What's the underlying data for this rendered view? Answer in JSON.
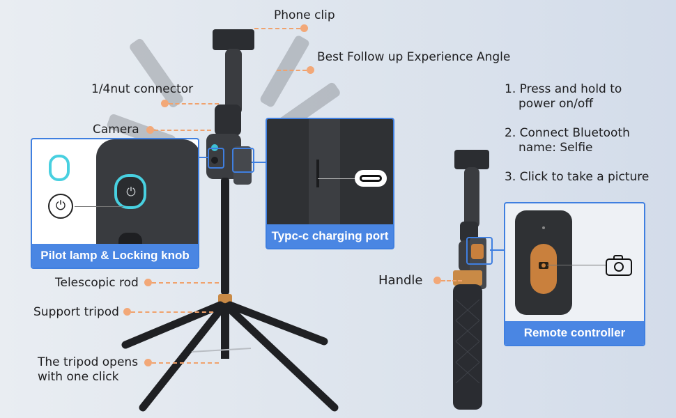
{
  "labels": {
    "phone_clip": "Phone clip",
    "follow_angle": "Best Follow up Experience Angle",
    "nut_connector": "1/4nut connector",
    "camera": "Camera",
    "telescopic_rod": "Telescopic rod",
    "support_tripod": "Support tripod",
    "tripod_opens_line1": "The tripod opens",
    "tripod_opens_line2": "with one click",
    "handle": "Handle"
  },
  "steps": {
    "step1_line1": "1. Press and hold to",
    "step1_line2": "power on/off",
    "step2_line1": "2. Connect Bluetooth",
    "step2_line2": "name: Selfie",
    "step3": "3. Click to take a picture"
  },
  "insets": {
    "pilot": "Pilot lamp & Locking knob",
    "charging": "Typc-c charging port",
    "remote": "Remote controller"
  },
  "icons": [
    "pilot-lamp-icon",
    "power-icon",
    "usb-c-port-icon",
    "camera-icon"
  ],
  "colors": {
    "accent_blue": "#4a86e3",
    "leader_orange": "#f0a26d",
    "button_orange": "#c9803d"
  }
}
